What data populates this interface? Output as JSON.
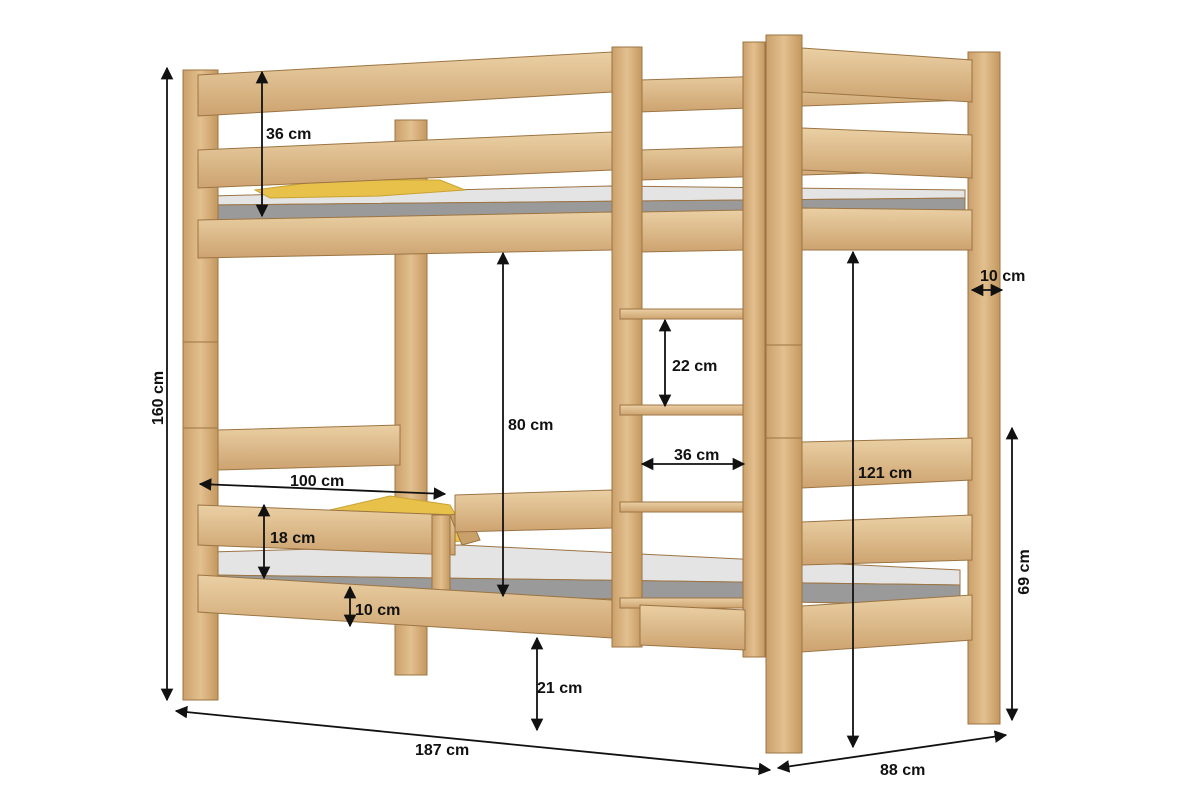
{
  "colors": {
    "wood_light": "#e6c495",
    "wood_mid": "#d4ab77",
    "wood_dark": "#b98d55",
    "wood_edge": "#9c7443",
    "mattress_top": "#e4e4e4",
    "mattress_side": "#9a9a9a",
    "pillow": "#e8c14a",
    "ink": "#111111"
  },
  "dimensions": {
    "guard_height": "36 cm",
    "bed_length_inner": "100 cm",
    "front_guard_height": "18 cm",
    "base_board": "10 cm",
    "floor_clearance": "21 cm",
    "overall_height": "160 cm",
    "overall_length": "187 cm",
    "lower_clearance": "80 cm",
    "rung_spacing": "22 cm",
    "ladder_width": "36 cm",
    "upper_bed_height": "121 cm",
    "post_width": "10 cm",
    "lower_bed_height": "69 cm",
    "overall_width": "88 cm"
  }
}
